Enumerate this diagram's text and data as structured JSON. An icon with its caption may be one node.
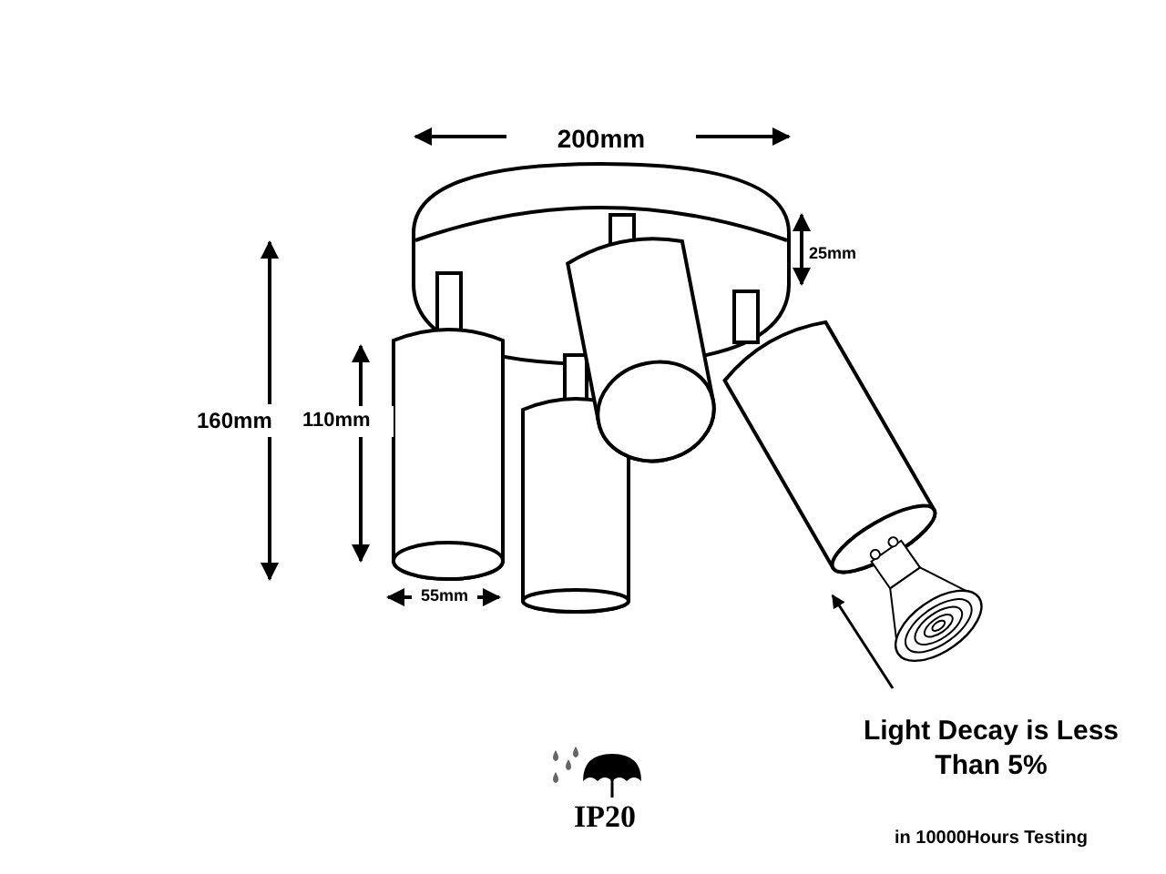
{
  "diagram": {
    "labels": [
      "200mm",
      "25mm",
      "160mm",
      "110mm",
      "55mm",
      "IP20",
      "Light Decay is Less Than 5%",
      "in 10000Hours Testing"
    ]
  }
}
